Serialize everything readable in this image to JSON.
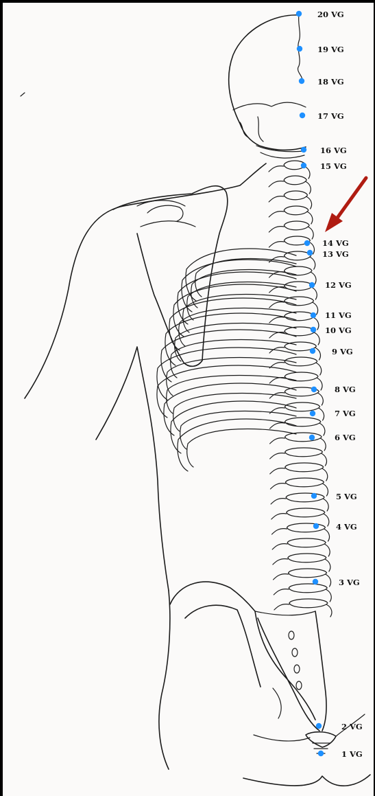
{
  "figure": {
    "background": "#fbfaf9",
    "frame_color": "#000000",
    "point_color": "#1e90ff",
    "arrow_color": "#b01c12",
    "arrow_target": "14 VG"
  },
  "points": [
    {
      "id": "20 VG",
      "label": "20 VG"
    },
    {
      "id": "19 VG",
      "label": "19 VG"
    },
    {
      "id": "18 VG",
      "label": "18 VG"
    },
    {
      "id": "17 VG",
      "label": "17 VG"
    },
    {
      "id": "16 VG",
      "label": "16 VG"
    },
    {
      "id": "15 VG",
      "label": "15 VG"
    },
    {
      "id": "14 VG",
      "label": "14 VG"
    },
    {
      "id": "13 VG",
      "label": "13 VG"
    },
    {
      "id": "12 VG",
      "label": "12 VG"
    },
    {
      "id": "11 VG",
      "label": "11 VG"
    },
    {
      "id": "10 VG",
      "label": "10 VG"
    },
    {
      "id": "9 VG",
      "label": "9 VG"
    },
    {
      "id": "8 VG",
      "label": "8 VG"
    },
    {
      "id": "7 VG",
      "label": "7 VG"
    },
    {
      "id": "6 VG",
      "label": "6 VG"
    },
    {
      "id": "5 VG",
      "label": "5 VG"
    },
    {
      "id": "4 VG",
      "label": "4 VG"
    },
    {
      "id": "3 VG",
      "label": "3 VG"
    },
    {
      "id": "2 VG",
      "label": "2 VG"
    },
    {
      "id": "1 VG",
      "label": "1 VG"
    }
  ]
}
